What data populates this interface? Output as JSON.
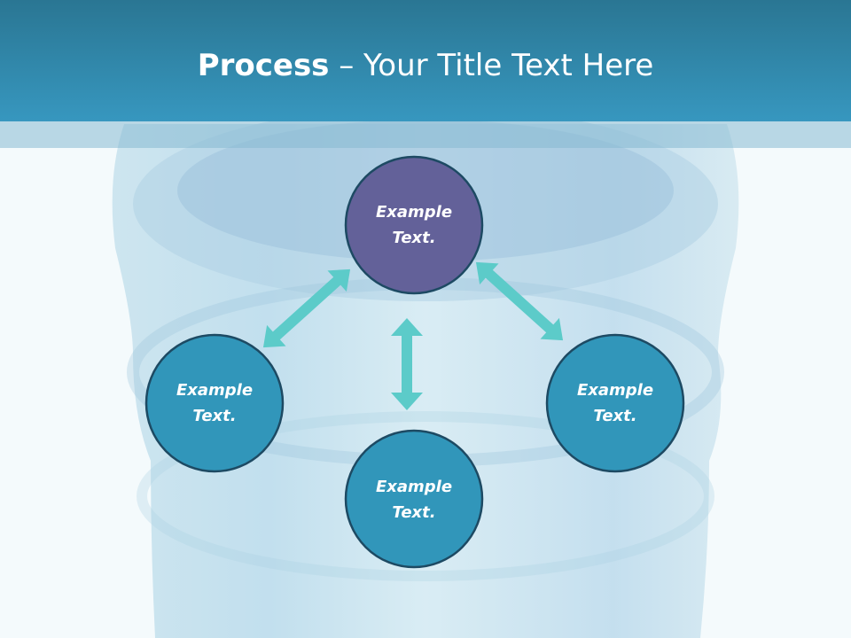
{
  "header": {
    "title_bold": "Process",
    "title_rest": "– Your Title Text Here"
  },
  "diagram": {
    "nodes": [
      {
        "id": "top",
        "line1": "Example",
        "line2": "Text.",
        "fill": "#636199"
      },
      {
        "id": "left",
        "line1": "Example",
        "line2": "Text.",
        "fill": "#3196ba"
      },
      {
        "id": "bottom",
        "line1": "Example",
        "line2": "Text.",
        "fill": "#3196ba"
      },
      {
        "id": "right",
        "line1": "Example",
        "line2": "Text.",
        "fill": "#3196ba"
      }
    ],
    "node_stroke": "#1d4a63",
    "arrow_color": "#5ccbc9"
  },
  "colors": {
    "header": "#3797bf",
    "background": "#dcedf4"
  }
}
